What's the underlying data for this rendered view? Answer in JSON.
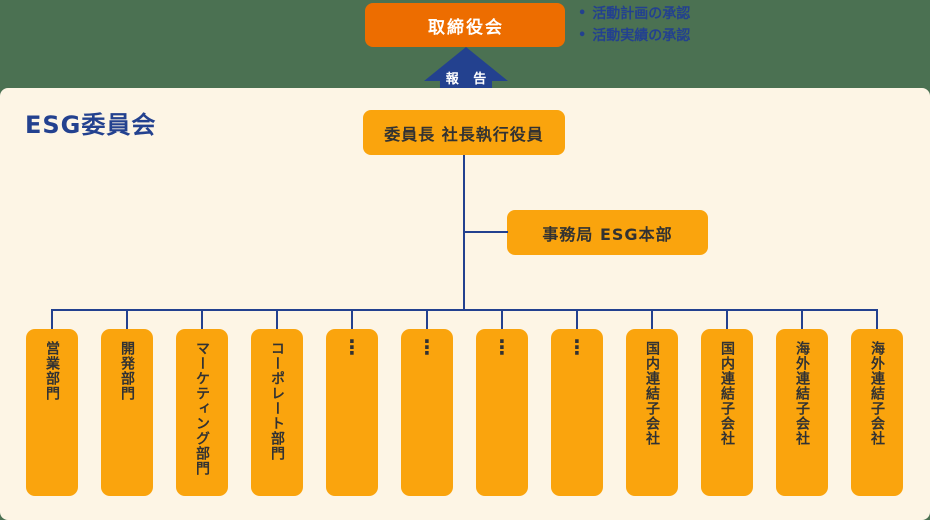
{
  "org_chart": {
    "board": {
      "label": "取締役会"
    },
    "board_notes": {
      "bullet": "•",
      "items": [
        "活動計画の承認",
        "活動実績の承認"
      ]
    },
    "report_arrow": {
      "label": "報 告"
    },
    "committee": {
      "title": "ESG委員会",
      "chair": "委員長 社長執行役員",
      "secretariat": "事務局 ESG本部"
    },
    "departments": [
      {
        "label": "営業部門",
        "type": "text"
      },
      {
        "label": "開発部門",
        "type": "text"
      },
      {
        "label": "マーケティング部門",
        "type": "text"
      },
      {
        "label": "コーポレート部門",
        "type": "text"
      },
      {
        "label": "⋮",
        "type": "dots"
      },
      {
        "label": "⋮",
        "type": "dots"
      },
      {
        "label": "⋮",
        "type": "dots"
      },
      {
        "label": "⋮",
        "type": "dots"
      },
      {
        "label": "国内連結子会社",
        "type": "text"
      },
      {
        "label": "国内連結子会社",
        "type": "text"
      },
      {
        "label": "海外連結子会社",
        "type": "text"
      },
      {
        "label": "海外連結子会社",
        "type": "text"
      }
    ],
    "colors": {
      "background_green": "#4B7152",
      "panel_cream": "#FDF5E5",
      "box_orange_dark": "#ED6D00",
      "box_orange_light": "#FAA40D",
      "navy": "#23418F",
      "box_text": "#323232"
    }
  }
}
